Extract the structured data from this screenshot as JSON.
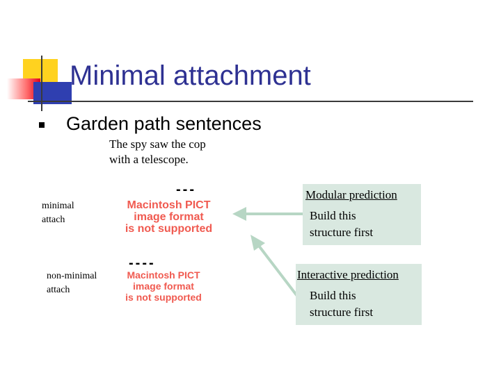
{
  "slide": {
    "title": "Minimal attachment",
    "bullet": "Garden path sentences",
    "sentence_line1": "The spy saw the cop",
    "sentence_line2": "with a telescope."
  },
  "left_labels": {
    "minimal_line1": "minimal",
    "minimal_line2": "attach",
    "nonminimal_line1": "non-minimal",
    "nonminimal_line2": "attach"
  },
  "pict_placeholders": {
    "top_dashes": "---",
    "bottom_dashes": "----",
    "line1": "Macintosh PICT",
    "line2": "image format",
    "line3": "is not supported"
  },
  "modular_box": {
    "heading": "Modular prediction",
    "body_line1": "Build this",
    "body_line2": "structure first"
  },
  "interactive_box": {
    "heading": "Interactive prediction",
    "body_line1": "Build this",
    "body_line2": "structure first"
  },
  "colors": {
    "title": "#2e3192",
    "box_fill": "#d9e8e0",
    "arrow": "#b7d6c4",
    "pict_text": "#f05a50"
  }
}
